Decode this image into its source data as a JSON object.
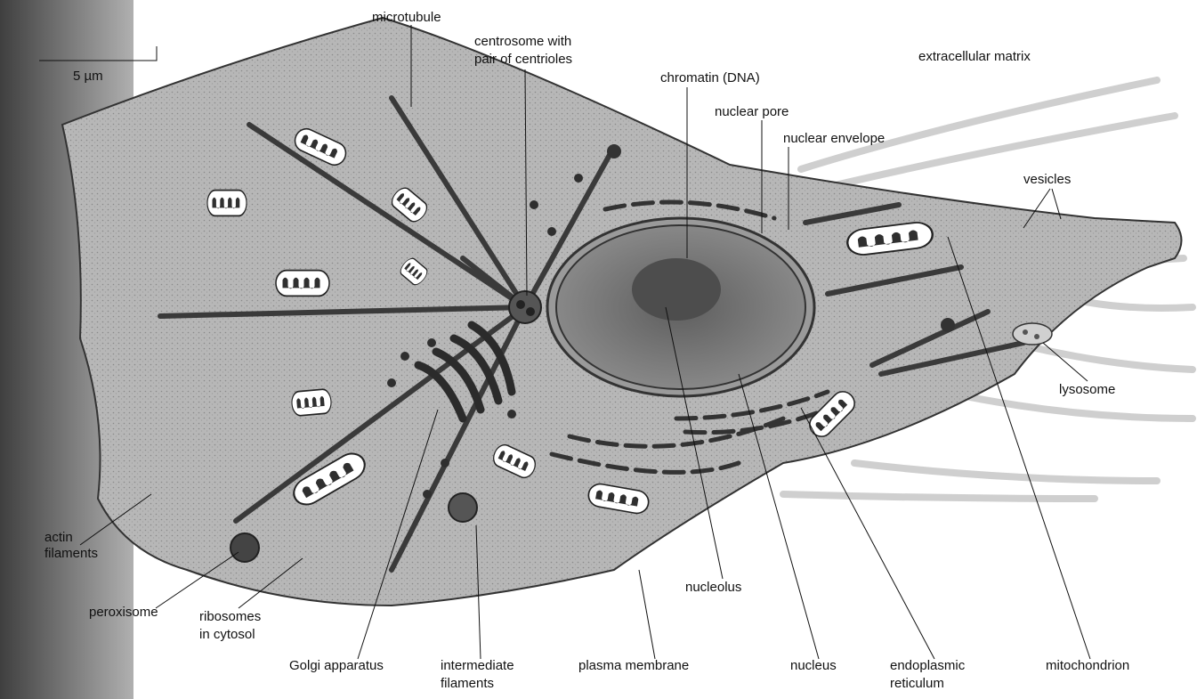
{
  "scale_bar": {
    "label": "5 µm"
  },
  "labels": {
    "microtubule": "microtubule",
    "centrosome_1": "centrosome with",
    "centrosome_2": "pair of centrioles",
    "chromatin": "chromatin (DNA)",
    "nuclear_pore": "nuclear pore",
    "nuclear_envelope": "nuclear envelope",
    "extracellular_matrix": "extracellular matrix",
    "vesicles": "vesicles",
    "lysosome": "lysosome",
    "actin_1": "actin",
    "actin_2": "filaments",
    "peroxisome": "peroxisome",
    "ribosomes_1": "ribosomes",
    "ribosomes_2": "in cytosol",
    "golgi": "Golgi apparatus",
    "intermediate_1": "intermediate",
    "intermediate_2": "filaments",
    "plasma_membrane": "plasma membrane",
    "nucleolus": "nucleolus",
    "nucleus": "nucleus",
    "er_1": "endoplasmic",
    "er_2": "reticulum",
    "mitochondrion": "mitochondrion"
  },
  "colors": {
    "cytoplasm": "#b4b4b4",
    "nucleus": "#7d7d7d",
    "organelle_dark": "#3a3a3a",
    "mito_fill": "#ffffff",
    "matrix_fibers": "#c9c9c9",
    "cell_edge_dark": "#555555"
  }
}
